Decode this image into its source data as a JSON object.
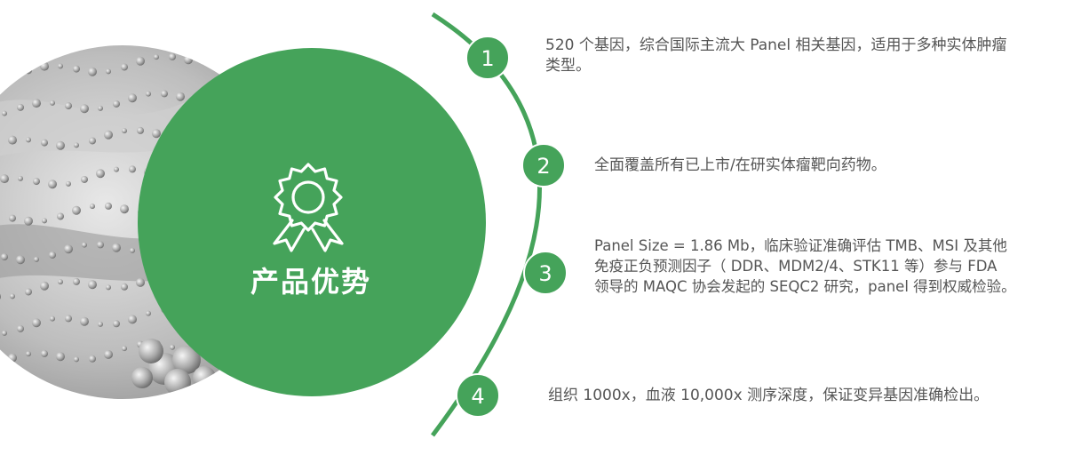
{
  "hero": {
    "title": "产品优势",
    "icon": "award-badge-icon",
    "circle_color": "#45a35a",
    "photo": "grayscale-molecule-photo"
  },
  "timeline": {
    "arc_color": "#45a35a",
    "items": [
      {
        "number": "1",
        "text": "520 个基因，综合国际主流大 Panel 相关基因，适用于多种实体肿瘤\n类型。"
      },
      {
        "number": "2",
        "text": "全面覆盖所有已上市/在研实体瘤靶向药物。"
      },
      {
        "number": "3",
        "text": "Panel Size = 1.86 Mb，临床验证准确评估 TMB、MSI 及其他\n免疫正负预测因子（ DDR、MDM2/4、STK11 等）参与 FDA\n领导的 MAQC 协会发起的 SEQC2 研究，panel 得到权威检验。"
      },
      {
        "number": "4",
        "text": "组织 1000x，血液 10,000x 测序深度，保证变异基因准确检出。"
      }
    ]
  }
}
